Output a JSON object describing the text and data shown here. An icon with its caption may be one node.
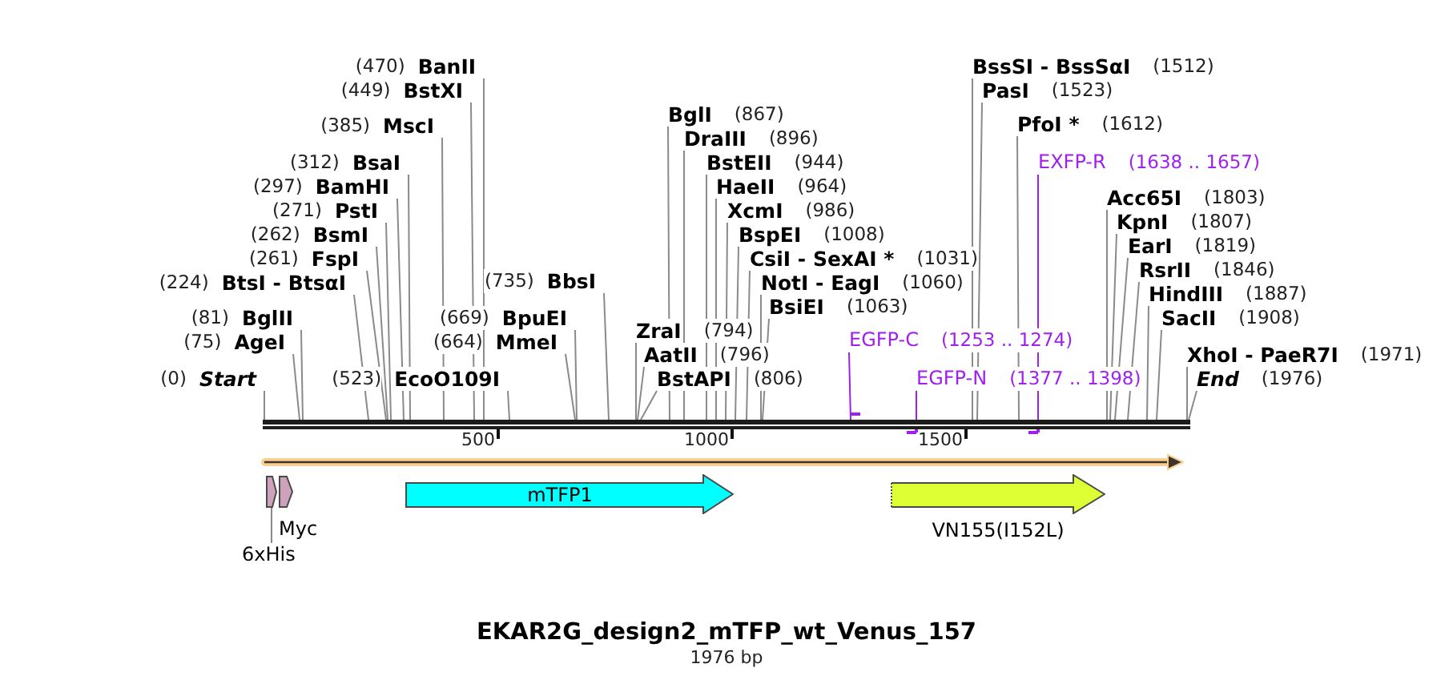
{
  "diagram": {
    "title": "EKAR2G_design2_mTFP_wt_Venus_157",
    "caption": "1976 bp",
    "nodes": [
      {
        "text": [
          "(0)",
          "Start"
        ]
      },
      {
        "text": [
          "(75)",
          "AgeI"
        ]
      },
      {
        "text": [
          "(81)",
          "BglII"
        ]
      },
      {
        "text": [
          "(224)",
          "BtsI - BtsαI"
        ]
      },
      {
        "text": [
          "(261)",
          "FspI"
        ]
      },
      {
        "text": [
          "(262)",
          "BsmI"
        ]
      },
      {
        "text": [
          "(271)",
          "PstI"
        ]
      },
      {
        "text": [
          "(297)",
          "BamHI"
        ]
      },
      {
        "text": [
          "(312)",
          "BsaI"
        ]
      },
      {
        "text": [
          "(385)",
          "MscI"
        ]
      },
      {
        "text": [
          "(449)",
          "BstXI"
        ]
      },
      {
        "text": [
          "(470)",
          "BanII"
        ]
      },
      {
        "text": [
          "(523)",
          "EcoO109I"
        ]
      },
      {
        "text": [
          "(664)",
          "MmeI"
        ]
      },
      {
        "text": [
          "(669)",
          "BpuEI"
        ]
      },
      {
        "text": [
          "(735)",
          "BbsI"
        ]
      },
      {
        "text": [
          "ZraI",
          "(794)"
        ]
      },
      {
        "text": [
          "AatII",
          "(796)"
        ]
      },
      {
        "text": [
          "BstAPI",
          "(806)"
        ]
      },
      {
        "text": [
          "BglI",
          "(867)"
        ]
      },
      {
        "text": [
          "DraIII",
          "(896)"
        ]
      },
      {
        "text": [
          "BstEII",
          "(944)"
        ]
      },
      {
        "text": [
          "HaeII",
          "(964)"
        ]
      },
      {
        "text": [
          "XcmI",
          "(986)"
        ]
      },
      {
        "text": [
          "BspEI",
          "(1008)"
        ]
      },
      {
        "text": [
          "CsiI - SexAI *",
          "(1031)"
        ]
      },
      {
        "text": [
          "NotI - EagI",
          "(1060)"
        ]
      },
      {
        "text": [
          "BsiEI",
          "(1063)"
        ]
      },
      {
        "text": [
          "EGFP-C",
          "(1253 .. 1274)"
        ]
      },
      {
        "text": [
          "EGFP-N",
          "(1377 .. 1398)"
        ]
      },
      {
        "text": [
          "BssSI - BssSαI",
          "(1512)"
        ]
      },
      {
        "text": [
          "PasI",
          "(1523)"
        ]
      },
      {
        "text": [
          "PfoI *",
          "(1612)"
        ]
      },
      {
        "text": [
          "EXFP-R",
          "(1638 .. 1657)"
        ]
      },
      {
        "text": [
          "Acc65I",
          "(1803)"
        ]
      },
      {
        "text": [
          "KpnI",
          "(1807)"
        ]
      },
      {
        "text": [
          "EarI",
          "(1819)"
        ]
      },
      {
        "text": [
          "RsrII",
          "(1846)"
        ]
      },
      {
        "text": [
          "HindIII",
          "(1887)"
        ]
      },
      {
        "text": [
          "SacII",
          "(1908)"
        ]
      },
      {
        "text": [
          "XhoI - PaeR7I",
          "(1971)"
        ]
      },
      {
        "text": [
          "End",
          "(1976)"
        ]
      },
      {
        "text": [],
        "shape": "bar"
      },
      {
        "text": [],
        "shape": "pentagon"
      },
      {
        "text": [
          "Myc"
        ]
      },
      {
        "text": [
          "mTFP1"
        ]
      },
      {
        "text": [
          "VN155(I152L)"
        ]
      },
      {
        "text": [
          "6xHis"
        ]
      }
    ],
    "edges": [
      {
        "from": 0,
        "to": 42,
        "arrow": "none"
      },
      {
        "from": 1,
        "to": 42,
        "arrow": "none"
      },
      {
        "from": 2,
        "to": 42,
        "arrow": "none"
      },
      {
        "from": 3,
        "to": 42,
        "arrow": "none"
      },
      {
        "from": 4,
        "to": 42,
        "arrow": "none"
      },
      {
        "from": 5,
        "to": 42,
        "arrow": "none"
      },
      {
        "from": 6,
        "to": 42,
        "arrow": "none"
      },
      {
        "from": 7,
        "to": 42,
        "arrow": "none"
      },
      {
        "from": 8,
        "to": 42,
        "arrow": "none"
      },
      {
        "from": 9,
        "to": 42,
        "arrow": "none"
      },
      {
        "from": 10,
        "to": 42,
        "arrow": "none"
      },
      {
        "from": 11,
        "to": 42,
        "arrow": "none"
      },
      {
        "from": 12,
        "to": 42,
        "arrow": "none"
      },
      {
        "from": 13,
        "to": 42,
        "arrow": "none"
      },
      {
        "from": 14,
        "to": 42,
        "arrow": "none"
      },
      {
        "from": 15,
        "to": 42,
        "arrow": "none"
      },
      {
        "from": 16,
        "to": 42,
        "arrow": "none"
      },
      {
        "from": 17,
        "to": 42,
        "arrow": "none"
      },
      {
        "from": 18,
        "to": 42,
        "arrow": "none"
      },
      {
        "from": 19,
        "to": 42,
        "arrow": "none"
      },
      {
        "from": 20,
        "to": 42,
        "arrow": "none"
      },
      {
        "from": 21,
        "to": 42,
        "arrow": "none"
      },
      {
        "from": 22,
        "to": 42,
        "arrow": "none"
      },
      {
        "from": 23,
        "to": 42,
        "arrow": "none"
      },
      {
        "from": 24,
        "to": 42,
        "arrow": "none"
      },
      {
        "from": 25,
        "to": 42,
        "arrow": "none"
      },
      {
        "from": 26,
        "to": 42,
        "arrow": "none"
      },
      {
        "from": 27,
        "to": 42,
        "arrow": "none"
      },
      {
        "from": 28,
        "to": 42,
        "arrow": "none",
        "color": "#a020f0"
      },
      {
        "from": 29,
        "to": 42,
        "arrow": "none",
        "color": "#a020f0"
      },
      {
        "from": 30,
        "to": 42,
        "arrow": "none"
      },
      {
        "from": 31,
        "to": 42,
        "arrow": "none"
      },
      {
        "from": 32,
        "to": 42,
        "arrow": "none"
      },
      {
        "from": 33,
        "to": 42,
        "arrow": "none",
        "color": "#a020f0"
      },
      {
        "from": 34,
        "to": 42,
        "arrow": "none"
      },
      {
        "from": 35,
        "to": 42,
        "arrow": "none"
      },
      {
        "from": 36,
        "to": 42,
        "arrow": "none"
      },
      {
        "from": 37,
        "to": 42,
        "arrow": "none"
      },
      {
        "from": 38,
        "to": 42,
        "arrow": "none"
      },
      {
        "from": 39,
        "to": 42,
        "arrow": "none"
      },
      {
        "from": 40,
        "to": 42,
        "arrow": "none"
      },
      {
        "from": 41,
        "to": 42,
        "arrow": "none"
      },
      {
        "from": 47,
        "to": 43,
        "arrow": "none"
      }
    ],
    "labels": [
      "500",
      "1000",
      "1500"
    ]
  }
}
